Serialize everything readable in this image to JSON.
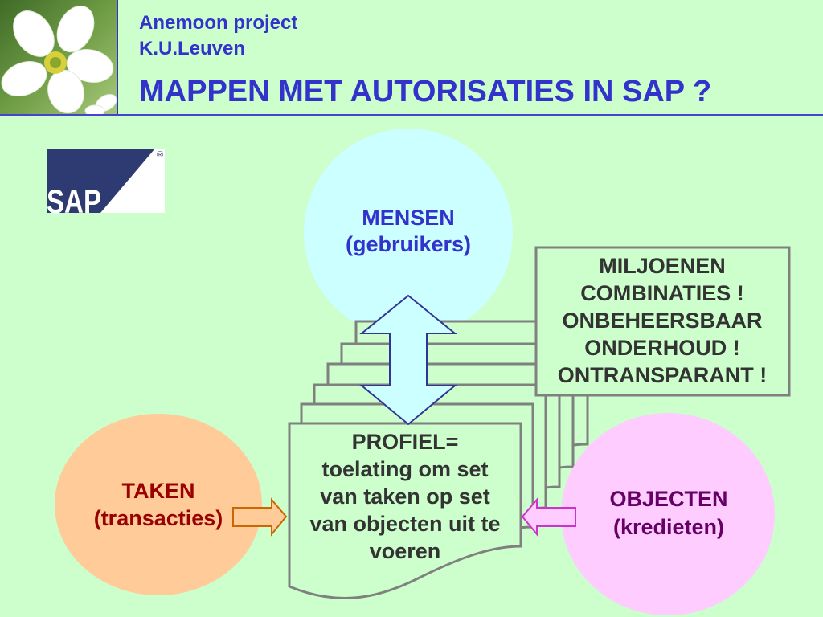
{
  "header": {
    "project": "Anemoon project",
    "institution": "K.U.Leuven",
    "title": "MAPPEN MET AUTORISATIES IN SAP ?"
  },
  "logo": {
    "text": "SAP",
    "registered_mark": "®"
  },
  "diagram": {
    "mensen": {
      "label": "MENSEN",
      "sublabel": "(gebruikers)"
    },
    "taken": {
      "label": "TAKEN",
      "sublabel": "(transacties)"
    },
    "objecten": {
      "label": "OBJECTEN",
      "sublabel": "(kredieten)"
    },
    "profiel": {
      "lines": [
        "PROFIEL=",
        "toelating om set",
        "van taken op set",
        "van objecten uit te",
        "voeren"
      ]
    },
    "warning": {
      "lines": [
        "MILJOENEN",
        "COMBINATIES !",
        "ONBEHEERSBAAR",
        "ONDERHOUD !",
        "ONTRANSPARANT !"
      ]
    }
  },
  "colors": {
    "background": "#ccffcc",
    "heading": "#3333cc",
    "mensen": "#ccffff",
    "taken": "#ffcc99",
    "objecten": "#ffccff",
    "border": "#808080",
    "logo_navy": "#2e3b73"
  }
}
